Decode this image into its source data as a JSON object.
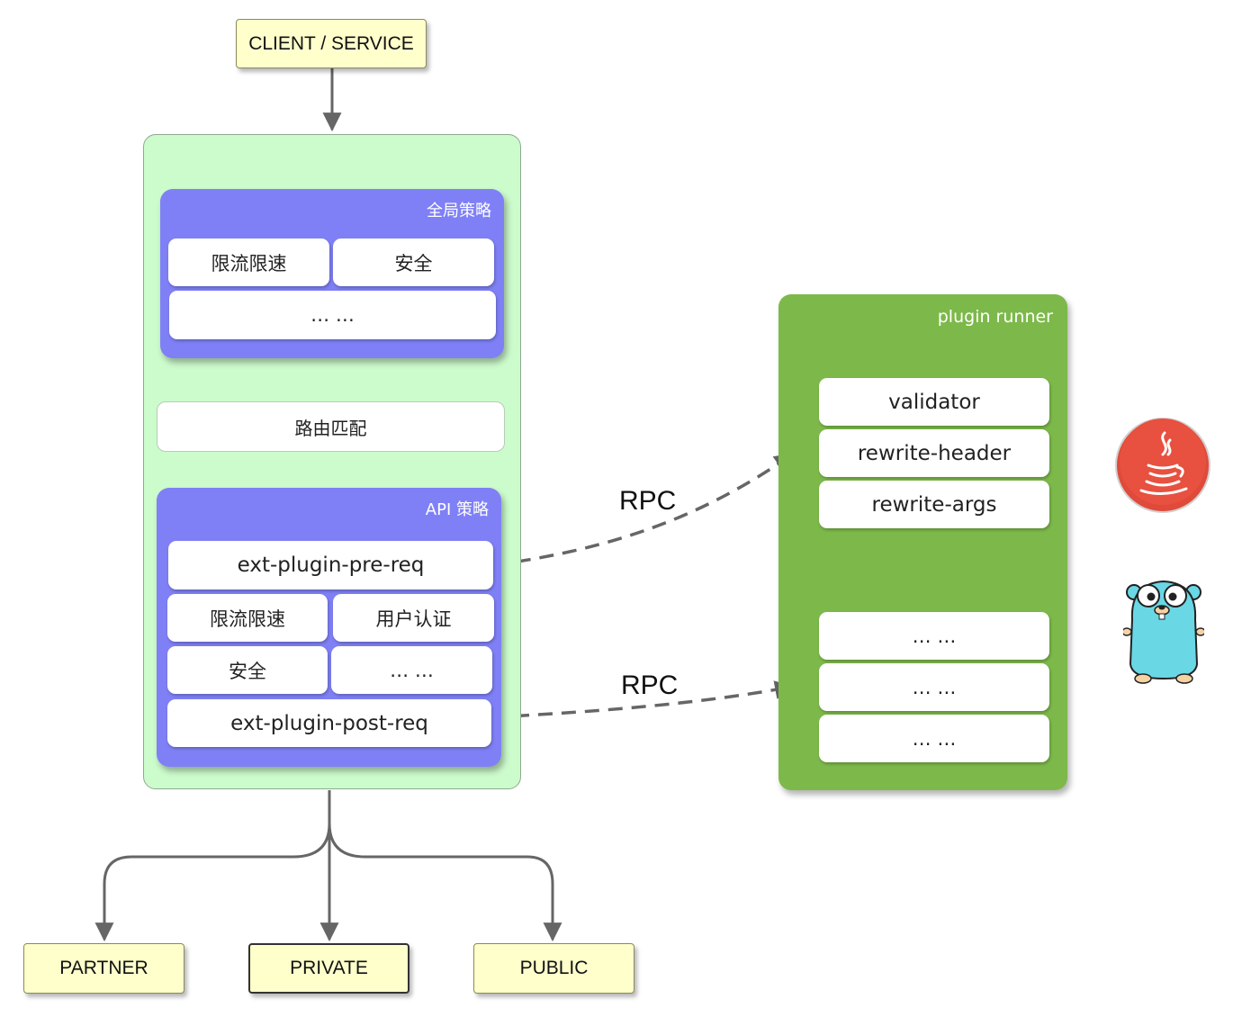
{
  "client": {
    "label": "CLIENT / SERVICE"
  },
  "global_policy": {
    "title": "全局策略",
    "items": [
      "限流限速",
      "安全",
      "… …"
    ]
  },
  "route_match": {
    "label": "路由匹配"
  },
  "api_policy": {
    "title": "API 策略",
    "pre_req": "ext-plugin-pre-req",
    "items": [
      "限流限速",
      "用户认证",
      "安全",
      "… …"
    ],
    "post_req": "ext-plugin-post-req"
  },
  "rpc": {
    "top": "RPC",
    "bottom": "RPC"
  },
  "plugin_runner": {
    "title": "plugin runner",
    "group1": [
      "validator",
      "rewrite-header",
      "rewrite-args"
    ],
    "group2": [
      "… …",
      "… …",
      "… …"
    ]
  },
  "targets": [
    "PARTNER",
    "PRIVATE",
    "PUBLIC"
  ],
  "icons": {
    "java": "java-logo-icon",
    "go": "go-gopher-icon"
  },
  "colors": {
    "gateway": "#ccfbcc",
    "policy": "#7f80f6",
    "runner": "#7db94a",
    "endpoint": "#ffffcc"
  }
}
